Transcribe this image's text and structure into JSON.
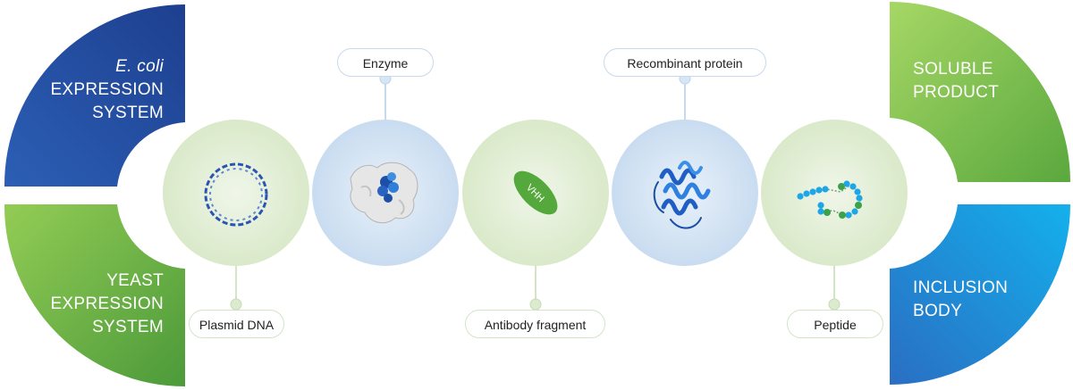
{
  "quadrants": {
    "ecoli": {
      "italic": "E. coli",
      "line2": "EXPRESSION",
      "line3": "SYSTEM"
    },
    "yeast": {
      "line1": "YEAST",
      "line2": "EXPRESSION",
      "line3": "SYSTEM"
    },
    "soluble": {
      "line1": "SOLUBLE",
      "line2": "PRODUCT"
    },
    "inclusion": {
      "line1": "INCLUSION",
      "line2": "BODY"
    }
  },
  "labels": {
    "plasmid": "Plasmid DNA",
    "enzyme": "Enzyme",
    "antibody": "Antibody fragment",
    "recombinant": "Recombinant protein",
    "peptide": "Peptide",
    "vhh": "VHH"
  },
  "colors": {
    "blue_dark": "#23479c",
    "blue_mid": "#3a6bbf",
    "green_dark": "#4c9a3a",
    "green_light": "#9fd25c",
    "cyan": "#18a8e8",
    "circle_green": "#e3eed8",
    "circle_blue": "#d4e4f4"
  },
  "icons": [
    "plasmid-ring-icon",
    "enzyme-surface-icon",
    "vhh-ellipse-icon",
    "protein-ribbon-icon",
    "peptide-chain-icon"
  ]
}
